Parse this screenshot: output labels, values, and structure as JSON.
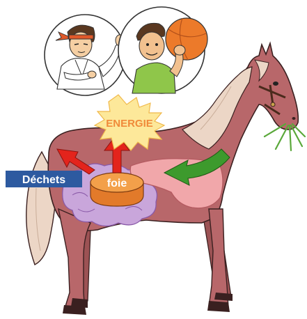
{
  "labels": {
    "energie": "ENERGIE",
    "dechets": "Déchets",
    "foie": "foie"
  },
  "colors": {
    "horse_body": "#b8676a",
    "horse_outline": "#3a2020",
    "mane": "#ecd6c6",
    "liver_top": "#f3a04a",
    "liver_side": "#e27a2a",
    "intestine": "#c9a6db",
    "stomach": "#f1a7aa",
    "red_arrow": "#e3241c",
    "green_arrow": "#3d9a2d",
    "burst": "#fde89a",
    "burst_text": "#f08a3a",
    "dechets_bg": "#2d5aa0",
    "ball": "#ec7a2a",
    "green_shirt": "#8fc64a",
    "headband": "#e0592a",
    "grass": "#5aa83a"
  },
  "icons": {
    "karate_person": "karate-person-icon",
    "basketball_boy": "boy-with-ball-icon",
    "energy_burst": "energy-burst-icon",
    "horse": "horse-icon"
  }
}
